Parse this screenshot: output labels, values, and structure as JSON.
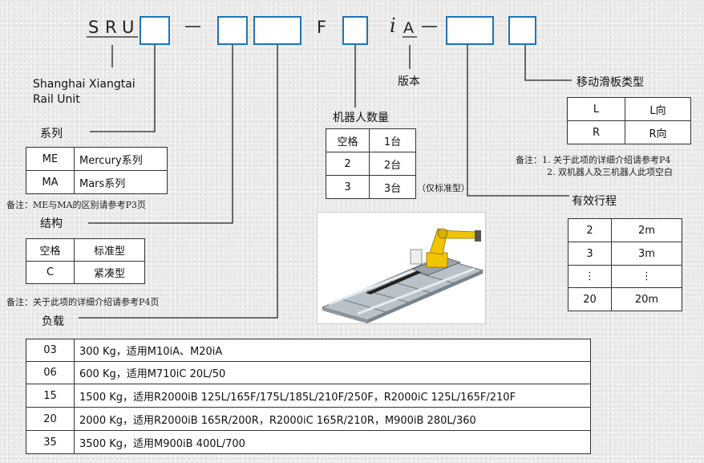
{
  "code": {
    "s": "S",
    "r": "R",
    "u": "U",
    "dash1": "—",
    "f": "F",
    "i": "i",
    "a": "A",
    "dash2": "—"
  },
  "labels": {
    "company": "Shanghai Xiangtai",
    "company2": "Rail  Unit",
    "version": "版本",
    "slide_type": "移动滑板类型",
    "robot_count": "机器人数量",
    "series": "系列",
    "structure": "结构",
    "stroke": "有效行程",
    "load": "负载",
    "std_only": "（仅标准型）"
  },
  "notes": {
    "series_note": "备注：ME与MA的区别请参考P3页",
    "structure_note": "备注：关于此项的详细介绍请参考P4页",
    "slide_note1": "备注：1. 关于此项的详细介绍请参考P4",
    "slide_note2": "2. 双机器人及三机器人此项空白"
  },
  "slide_table": [
    {
      "code": "L",
      "desc": "L向"
    },
    {
      "code": "R",
      "desc": "R向"
    }
  ],
  "robot_table": [
    {
      "code": "空格",
      "desc": "1台"
    },
    {
      "code": "2",
      "desc": "2台"
    },
    {
      "code": "3",
      "desc": "3台"
    }
  ],
  "series_table": [
    {
      "code": "ME",
      "desc": "Mercury系列"
    },
    {
      "code": "MA",
      "desc": "Mars系列"
    }
  ],
  "structure_table": [
    {
      "code": "空格",
      "desc": "标准型"
    },
    {
      "code": "C",
      "desc": "紧凑型"
    }
  ],
  "stroke_table": [
    {
      "code": "2",
      "desc": "2m"
    },
    {
      "code": "3",
      "desc": "3m"
    },
    {
      "code": "⋮",
      "desc": "⋮"
    },
    {
      "code": "20",
      "desc": "20m"
    }
  ],
  "load_table": [
    {
      "code": "03",
      "desc": "300 Kg，适用M10iA、M20iA"
    },
    {
      "code": "06",
      "desc": "600 Kg，适用M710iC 20L/50"
    },
    {
      "code": "15",
      "desc": "1500 Kg，适用R2000iB 125L/165F/175L/185L/210F/250F，R2000iC 125L/165F/210F"
    },
    {
      "code": "20",
      "desc": "2000 Kg，适用R2000iB 165R/200R，R2000iC 165R/210R，M900iB 280L/360"
    },
    {
      "code": "35",
      "desc": "3500 Kg，适用M900iB 400L/700"
    }
  ],
  "colors": {
    "box_border": "#1b75bc",
    "line": "#222222",
    "robot_yellow": "#f2c400"
  }
}
